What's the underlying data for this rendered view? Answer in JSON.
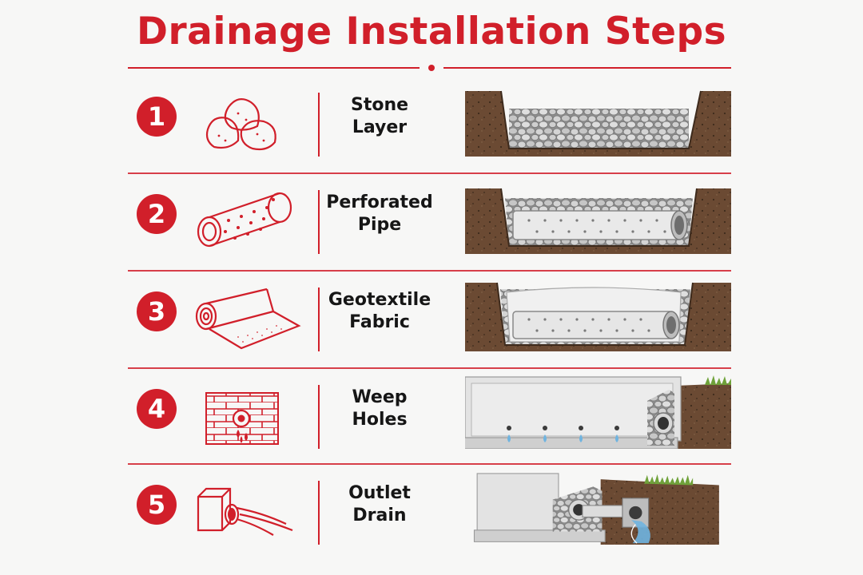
{
  "title": "Drainage Installation Steps",
  "colors": {
    "accent": "#d11f2a",
    "soil": "#6b4a33",
    "gravel": "#c9c9c9",
    "grass": "#6fa23a",
    "water": "#6fb4e0"
  },
  "steps": [
    {
      "number": "1",
      "label_line1": "Stone",
      "label_line2": "Layer",
      "icon": "stones-icon",
      "scene": "gravel-trench"
    },
    {
      "number": "2",
      "label_line1": "Perforated",
      "label_line2": "Pipe",
      "icon": "perforated-pipe-icon",
      "scene": "pipe-in-gravel-trench"
    },
    {
      "number": "3",
      "label_line1": "Geotextile",
      "label_line2": "Fabric",
      "icon": "fabric-roll-icon",
      "scene": "fabric-wrapped-pipe-trench"
    },
    {
      "number": "4",
      "label_line1": "Weep",
      "label_line2": "Holes",
      "icon": "brick-wall-weep-hole-icon",
      "scene": "foundation-weep-holes"
    },
    {
      "number": "5",
      "label_line1": "Outlet",
      "label_line2": "Drain",
      "icon": "outlet-pipe-icon",
      "scene": "outlet-drain-discharge"
    }
  ]
}
